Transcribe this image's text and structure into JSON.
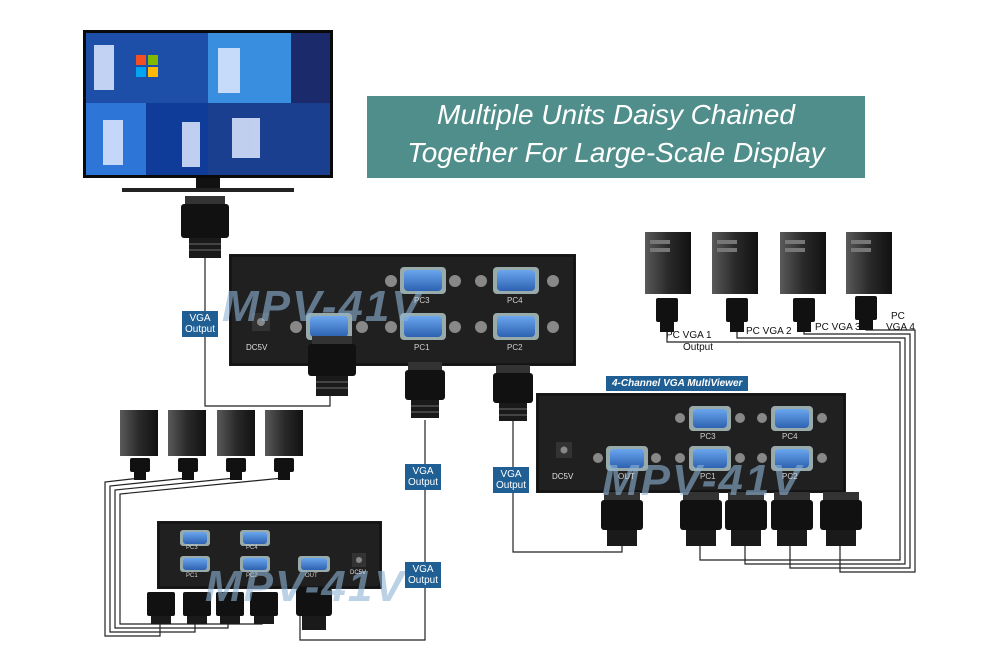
{
  "title": {
    "line1": "Multiple Units Daisy Chained",
    "line2": "Together For Large-Scale Display"
  },
  "badges": {
    "vga_output_top": [
      "VGA",
      "Output"
    ],
    "vga_output_mid": [
      "VGA",
      "Output"
    ],
    "vga_output_right": [
      "VGA",
      "Output"
    ],
    "vga_output_bottom": [
      "VGA",
      "Output"
    ]
  },
  "multiviewer_label": "4-Channel VGA MultiViewer",
  "watermark": "MPV-41V",
  "top_unit_ports": {
    "pc3": "PC3",
    "pc4": "PC4",
    "pc1": "PC1",
    "pc2": "PC2",
    "power": "DC5V"
  },
  "right_unit_ports": {
    "pc3": "PC3",
    "pc4": "PC4",
    "pc1": "PC1",
    "pc2": "PC2",
    "out": "OUT",
    "power": "DC5V"
  },
  "bottom_unit_ports": {
    "pc3": "PC3",
    "pc4": "PC4",
    "pc1": "PC1",
    "pc2": "PC2",
    "out": "OUT",
    "power": "DC5V"
  },
  "pc_labels": {
    "vga1": "PC VGA 1",
    "output": "Output",
    "vga2": "PC VGA 2",
    "vga3": "PC VGA 3",
    "pc": "PC",
    "vga4": "VGA 4"
  },
  "colors": {
    "title_bg": "#4f8e8a",
    "badge_bg": "#1f5f93",
    "unit_body": "#1b1b1b",
    "port_blue": "#3f7fd0"
  }
}
